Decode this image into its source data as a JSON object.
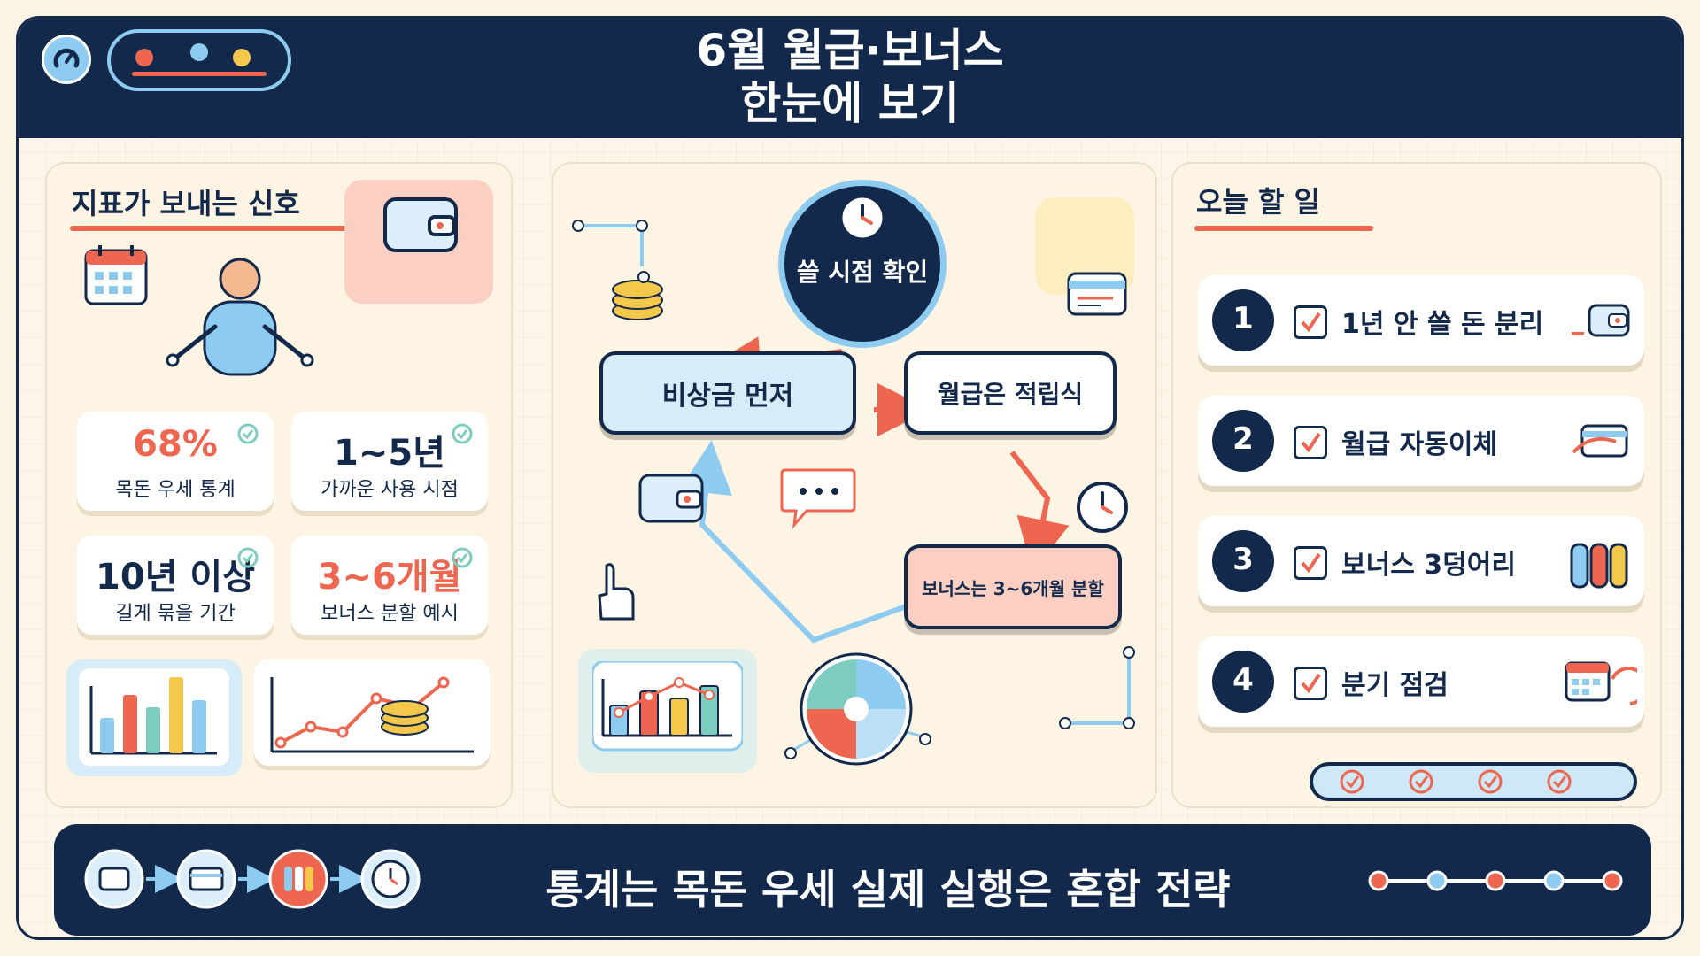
{
  "header": {
    "title_line1": "6월 월급·보너스",
    "title_line2": "한눈에 보기"
  },
  "left_panel": {
    "title": "지표가 보내는 신호",
    "stats": [
      {
        "value": "68%",
        "label": "목돈 우세 통계",
        "color": "#ef6650"
      },
      {
        "value": "1~5년",
        "label": "가까운 사용 시점",
        "color": "#13294b"
      },
      {
        "value": "10년 이상",
        "label": "길게 묶을 기간",
        "color": "#13294b"
      },
      {
        "value": "3~6개월",
        "label": "보너스 분할 예시",
        "color": "#ef6650"
      }
    ]
  },
  "center_panel": {
    "clock_label": "쓸 시점 확인",
    "node_emergency": "비상금 먼저",
    "node_salary": "월급은 적립식",
    "node_bonus": "보너스는 3~6개월 분할"
  },
  "right_panel": {
    "title": "오늘 할 일",
    "todos": [
      {
        "num": "1",
        "text": "1년 안 쓸 돈 분리"
      },
      {
        "num": "2",
        "text": "월급 자동이체"
      },
      {
        "num": "3",
        "text": "보너스 3덩어리"
      },
      {
        "num": "4",
        "text": "분기 점검"
      }
    ]
  },
  "footer": {
    "text": "통계는 목돈 우세 실제 실행은 혼합 전략"
  },
  "colors": {
    "navy": "#13294b",
    "coral": "#ef6650",
    "sky": "#8ecbf0",
    "cream": "#fcf5e8",
    "yellow": "#f4c84a",
    "teal": "#7ccdbf"
  },
  "icons": [
    "speedometer-icon",
    "wallet-icon",
    "calendar-icon",
    "person-icon",
    "check-icon",
    "coin-stack-icon",
    "clock-icon",
    "card-icon",
    "chat-icon",
    "hand-pointer-icon",
    "pie-chart-icon",
    "bar-chart-icon",
    "line-chart-icon"
  ]
}
